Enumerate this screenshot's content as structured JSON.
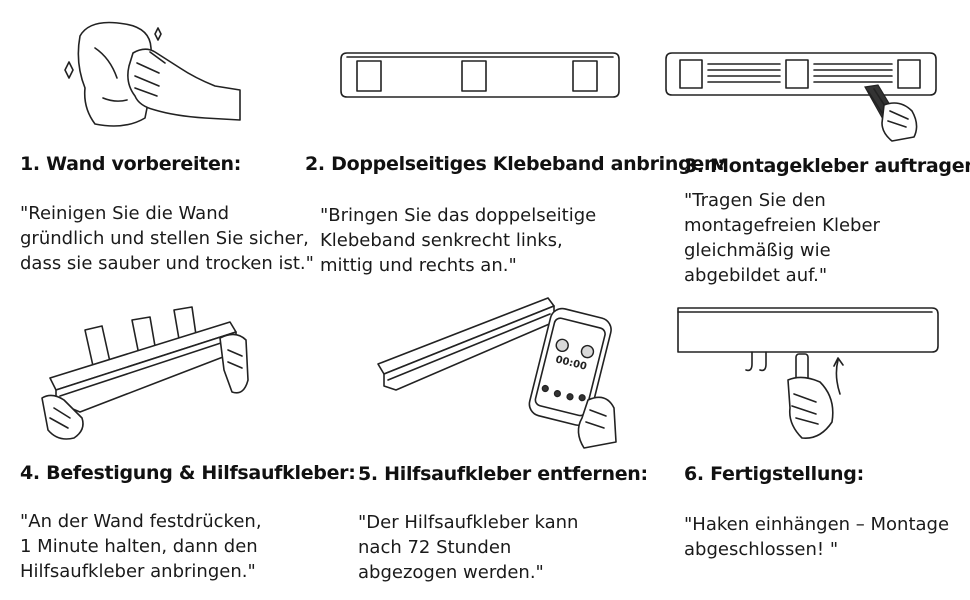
{
  "steps": [
    {
      "title": "1. Wand vorbereiten:",
      "lines": [
        "\"Reinigen Sie die Wand",
        "gründlich und stellen Sie sicher,",
        "dass sie sauber und trocken ist.\""
      ]
    },
    {
      "title": "2. Doppelseitiges Klebeband anbringen:",
      "lines": [
        "\"Bringen Sie das doppelseitige",
        "Klebeband senkrecht links,",
        "mittig und rechts an.\""
      ]
    },
    {
      "title": "3. Montagekleber auftragen:",
      "lines": [
        "\"Tragen Sie den",
        "montagefreien Kleber",
        "gleichmäßig wie",
        "abgebildet auf.\""
      ]
    },
    {
      "title": "4. Befestigung & Hilfsaufkleber:",
      "lines": [
        "\"An der Wand festdrücken,",
        "1 Minute halten, dann den",
        "Hilfsaufkleber anbringen.\""
      ]
    },
    {
      "title": "5. Hilfsaufkleber entfernen:",
      "lines": [
        "\"Der Hilfsaufkleber kann",
        "nach 72 Stunden",
        "abgezogen werden.\""
      ]
    },
    {
      "title": "6. Fertigstellung:",
      "lines": [
        "\"Haken einhängen – Montage",
        "abgeschlossen! \""
      ]
    }
  ],
  "icons": [
    "hand-wiping-cloth-illustration",
    "shelf-with-tape-illustration",
    "applying-glue-illustration",
    "holding-shelf-illustration",
    "phone-timer-illustration",
    "hanging-hook-illustration"
  ],
  "phone": {
    "time_display": "00:00"
  }
}
